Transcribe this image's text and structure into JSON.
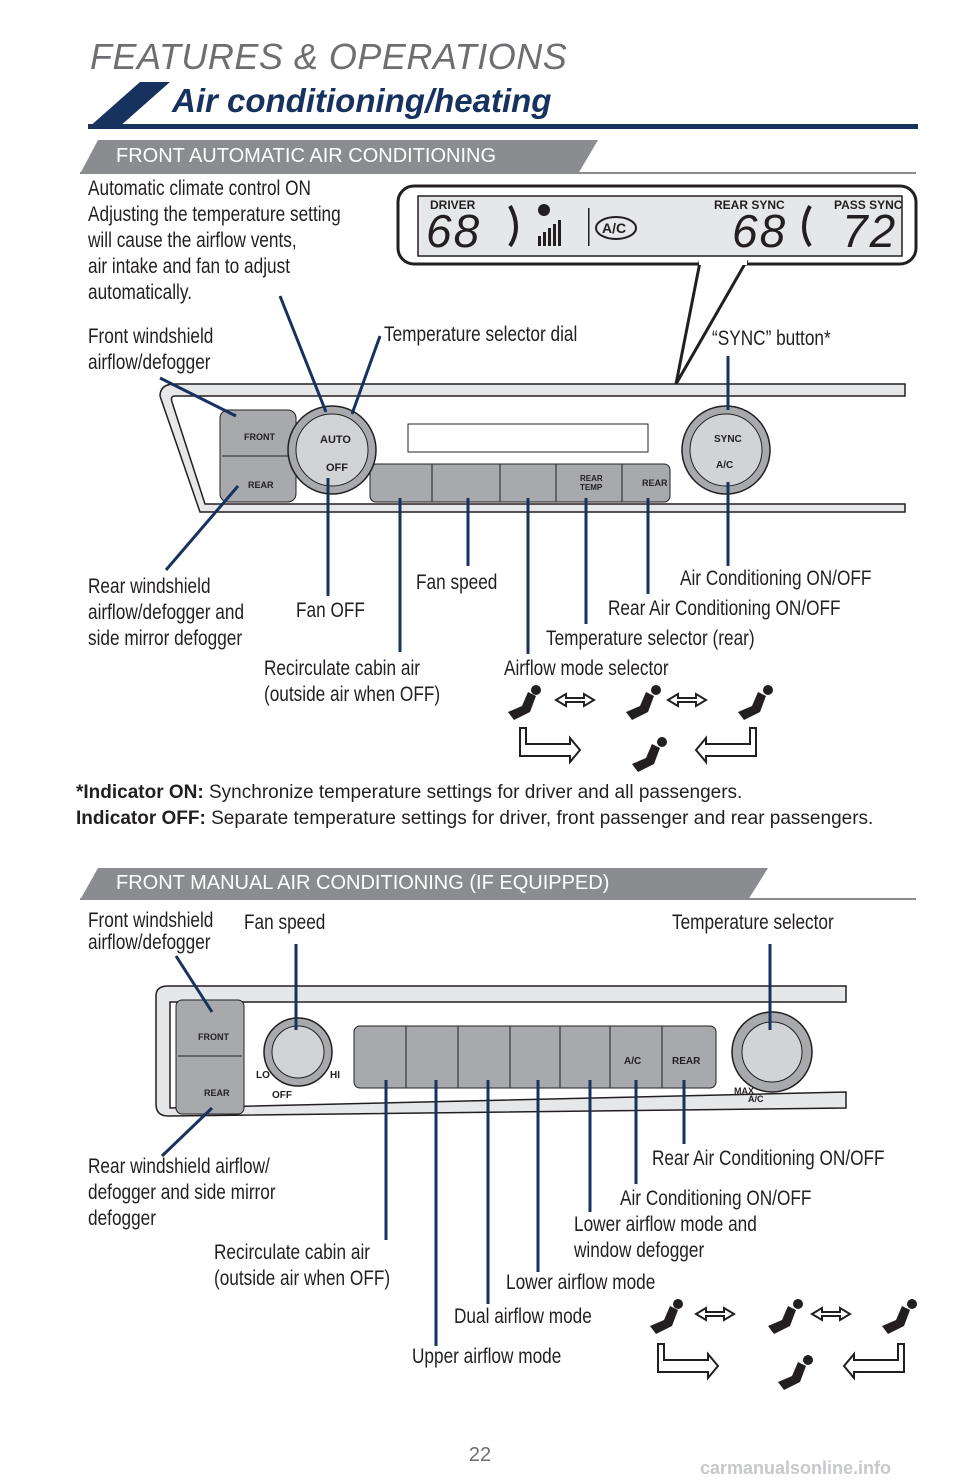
{
  "header": {
    "section_title": "FEATURES & OPERATIONS",
    "page_heading": "Air conditioning/heating"
  },
  "automatic": {
    "banner": "FRONT AUTOMATIC AIR CONDITIONING",
    "description": [
      "Automatic climate control ON",
      "Adjusting the temperature setting",
      "will cause the airflow vents,",
      "air intake and fan to adjust",
      "automatically."
    ],
    "display": {
      "driver_label": "DRIVER",
      "driver_temp": "68",
      "rear_label": "REAR SYNC",
      "rear_temp": "68",
      "pass_label": "PASS SYNC",
      "pass_temp": "72",
      "ac_label": "A/C"
    },
    "panel": {
      "front_label": "FRONT",
      "rear_label": "REAR",
      "auto_label": "AUTO",
      "off_label": "OFF",
      "sync_label": "SYNC",
      "ac_label": "A/C",
      "rear_temp_label": "REAR TEMP",
      "rear_button_label": "REAR"
    },
    "callouts": {
      "front_windshield": [
        "Front windshield",
        "airflow/defogger"
      ],
      "temp_dial": "Temperature selector dial",
      "sync_button": "“SYNC” button*",
      "rear_windshield": [
        "Rear windshield",
        "airflow/defogger and",
        "side mirror defogger"
      ],
      "fan_off": "Fan OFF",
      "fan_speed": "Fan speed",
      "ac_onoff": "Air Conditioning ON/OFF",
      "rear_ac": "Rear Air Conditioning ON/OFF",
      "temp_rear": "Temperature selector (rear)",
      "recirculate": [
        "Recirculate cabin air",
        "(outside air when OFF)"
      ],
      "airflow_mode": "Airflow mode selector"
    }
  },
  "notes": {
    "indicator_on_label": "*Indicator ON:",
    "indicator_on_text": " Synchronize temperature settings for driver and all passengers.",
    "indicator_off_label": "Indicator OFF:",
    "indicator_off_text": " Separate temperature settings for driver, front passenger and rear passengers."
  },
  "manual": {
    "banner": "FRONT MANUAL AIR CONDITIONING (IF EQUIPPED)",
    "panel": {
      "front_label": "FRONT",
      "rear_label": "REAR",
      "lo_label": "LO",
      "hi_label": "HI",
      "off_label": "OFF",
      "ac_label": "A/C",
      "rear_button_label": "REAR",
      "max_label": "MAX",
      "max_ac_label": "A/C"
    },
    "callouts": {
      "front_windshield": [
        "Front windshield",
        "airflow/defogger"
      ],
      "fan_speed": "Fan speed",
      "temp_selector": "Temperature selector",
      "rear_windshield": [
        "Rear windshield airflow/",
        "defogger and side mirror",
        "defogger"
      ],
      "rear_ac": "Rear Air Conditioning ON/OFF",
      "ac_onoff": "Air Conditioning ON/OFF",
      "lower_defog": [
        "Lower airflow mode and",
        "window defogger"
      ],
      "recirculate": [
        "Recirculate cabin air",
        "(outside air when OFF)"
      ],
      "lower_airflow": "Lower airflow mode",
      "dual_airflow": "Dual airflow mode",
      "upper_airflow": "Upper airflow mode"
    }
  },
  "footer": {
    "page_number": "22",
    "watermark": "carmanualsonline.info"
  },
  "colors": {
    "navy": "#17325f",
    "banner_gray": "#6d6e71",
    "panel_gray": "#a7a9ac"
  }
}
